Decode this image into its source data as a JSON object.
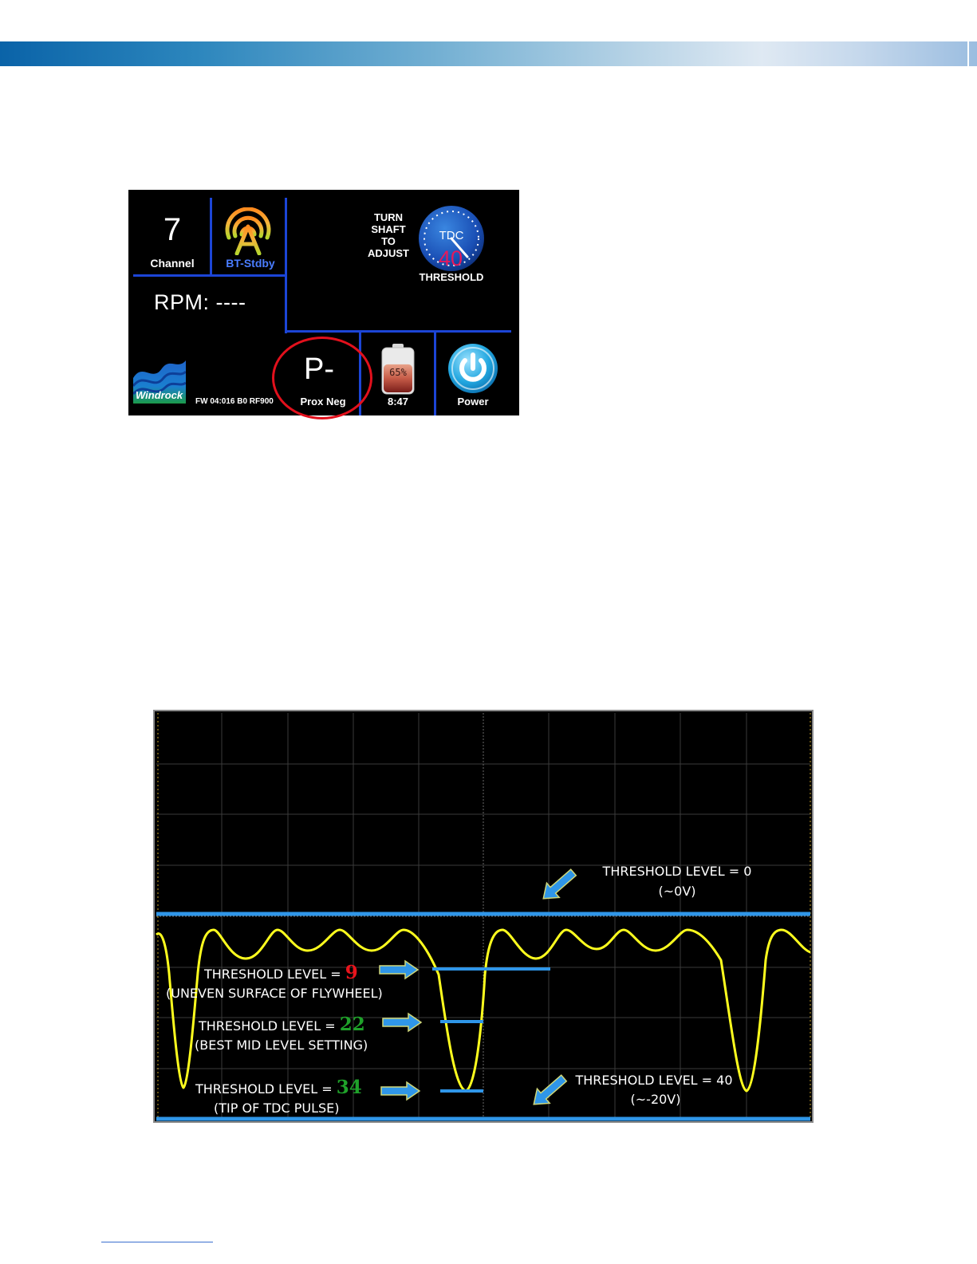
{
  "device": {
    "channel_number": "7",
    "channel_label": "Channel",
    "bt_label": "BT-Stdby",
    "rpm": "RPM: ----",
    "instruction": [
      "TURN",
      "SHAFT",
      "TO",
      "ADJUST"
    ],
    "dial_label": "TDC",
    "threshold_value": "40",
    "threshold_label": "THRESHOLD",
    "logo_text": "Windrock",
    "firmware": "FW 04:016 B0 RF900",
    "mode": "P-",
    "mode_label": "Prox Neg",
    "battery_percent": "65%",
    "battery_level": 0.65,
    "time": "8:47",
    "power_label": "Power"
  },
  "scope": {
    "annotations": {
      "level0": {
        "line1": "THRESHOLD LEVEL = 0",
        "line2": "(~0V)"
      },
      "level9": {
        "prefix": "THRESHOLD LEVEL = ",
        "value": "9",
        "note": "(UNEVEN SURFACE OF FLYWHEEL)"
      },
      "level22": {
        "prefix": "THRESHOLD LEVEL = ",
        "value": "22",
        "note": "(BEST MID LEVEL SETTING)"
      },
      "level34": {
        "prefix": "THRESHOLD LEVEL = ",
        "value": "34",
        "note": "(TIP OF TDC PULSE)"
      },
      "level40": {
        "line1": "THRESHOLD LEVEL = 40",
        "line2": "(~-20V)"
      }
    }
  },
  "colors": {
    "device_lines": "#1c45d6",
    "threshold_value": "#e5195b",
    "trace": "#ffff1e",
    "marker": "#2f96e8",
    "red_value": "#e8141c",
    "green_value": "#1fa12a",
    "highlight_circle": "#e2101c"
  }
}
